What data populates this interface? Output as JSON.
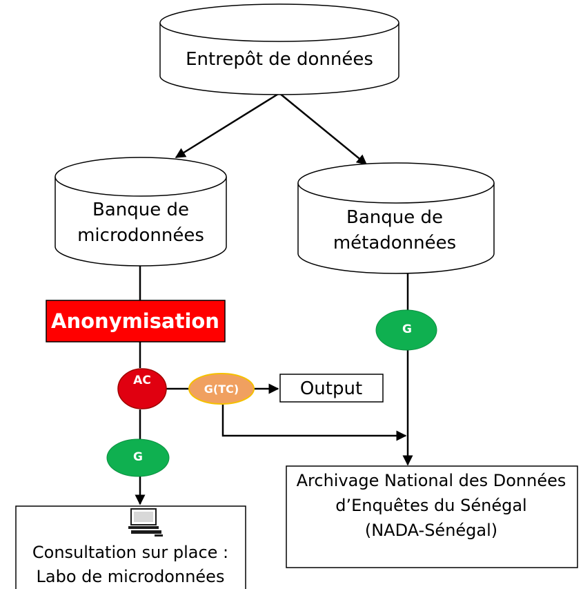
{
  "nodes": {
    "warehouse": {
      "label": "Entrepôt de données"
    },
    "microdata_bank": {
      "line1": "Banque de",
      "line2": "microdonnées"
    },
    "metadata_bank": {
      "line1": "Banque de",
      "line2": "métadonnées"
    },
    "anonymisation": {
      "label": "Anonymisation"
    },
    "ac": {
      "label": "AC"
    },
    "g_tc": {
      "label": "G(TC)"
    },
    "output": {
      "label": "Output"
    },
    "g_left": {
      "label": "G"
    },
    "g_right": {
      "label": "G"
    },
    "nada": {
      "line1": "Archivage National des Données",
      "line2": "d’Enquêtes du Sénégal",
      "line3": "(NADA-Sénégal)"
    },
    "consultation": {
      "line1": "Consultation sur place :",
      "line2": "Labo de microdonnées"
    }
  },
  "colors": {
    "anonymisation_fill": "#ff0000",
    "ac_fill": "#e00010",
    "g_tc_fill": "#f0a060",
    "g_tc_border": "#f5c000",
    "g_fill": "#0fb050"
  },
  "icons": {
    "computer": "computer-terminal-icon"
  }
}
